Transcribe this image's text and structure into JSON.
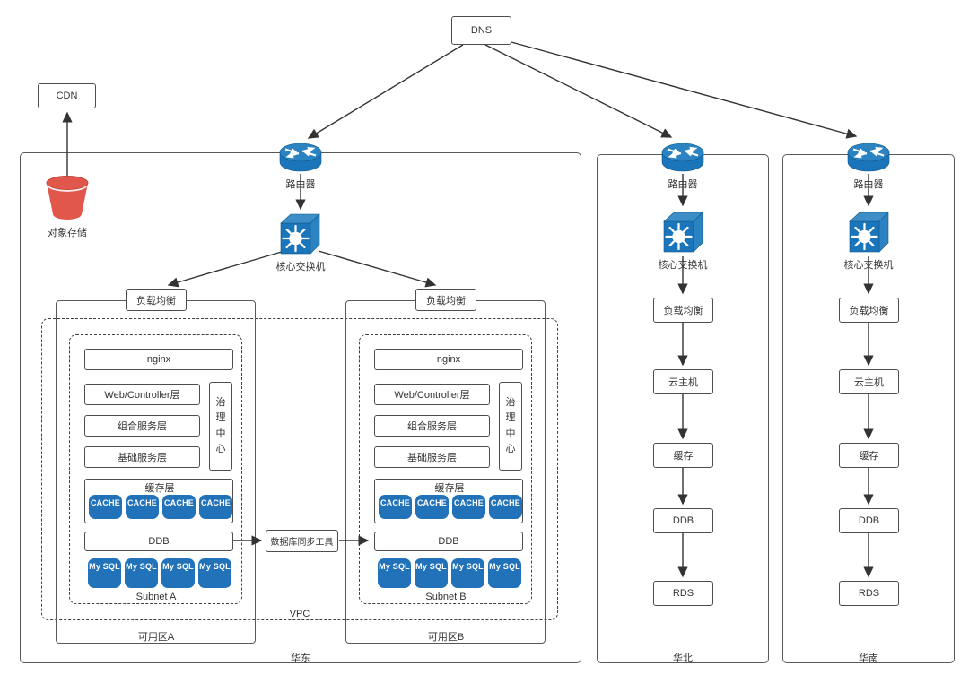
{
  "colors": {
    "icon_blue": "#1B75BB",
    "icon_blue_light": "#3D8DC6",
    "chip_blue": "#2272B9",
    "bucket_red": "#E2574C",
    "line_dark": "#333333"
  },
  "top": {
    "dns": "DNS",
    "cdn": "CDN",
    "object_storage_label": "对象存储"
  },
  "icons": {
    "router": "router-icon",
    "core_switch": "core-switch-icon",
    "object_storage": "bucket-icon"
  },
  "east": {
    "region_label": "华东",
    "router_label": "路由器",
    "switch_label": "核心交换机",
    "vpc_label": "VPC",
    "sync_tool": "数据库同步工具",
    "zones": [
      {
        "lb": "负载均衡",
        "nginx": "nginx",
        "web": "Web/Controller层",
        "composite": "组合服务层",
        "base": "基础服务层",
        "governance": "治理中心",
        "cache_layer": "缓存层",
        "cache_nodes": [
          "CACHE",
          "CACHE",
          "CACHE",
          "CACHE"
        ],
        "ddb": "DDB",
        "mysql_nodes": [
          "My SQL",
          "My SQL",
          "My SQL",
          "My SQL"
        ],
        "subnet": "Subnet A",
        "zone": "可用区A"
      },
      {
        "lb": "负载均衡",
        "nginx": "nginx",
        "web": "Web/Controller层",
        "composite": "组合服务层",
        "base": "基础服务层",
        "governance": "治理中心",
        "cache_layer": "缓存层",
        "cache_nodes": [
          "CACHE",
          "CACHE",
          "CACHE",
          "CACHE"
        ],
        "ddb": "DDB",
        "mysql_nodes": [
          "My SQL",
          "My SQL",
          "My SQL",
          "My SQL"
        ],
        "subnet": "Subnet B",
        "zone": "可用区B"
      }
    ]
  },
  "north": {
    "region_label": "华北",
    "router_label": "路由器",
    "switch_label": "核心交换机",
    "chain": [
      "负载均衡",
      "云主机",
      "缓存",
      "DDB",
      "RDS"
    ]
  },
  "south": {
    "region_label": "华南",
    "router_label": "路由器",
    "switch_label": "核心交换机",
    "chain": [
      "负载均衡",
      "云主机",
      "缓存",
      "DDB",
      "RDS"
    ]
  }
}
